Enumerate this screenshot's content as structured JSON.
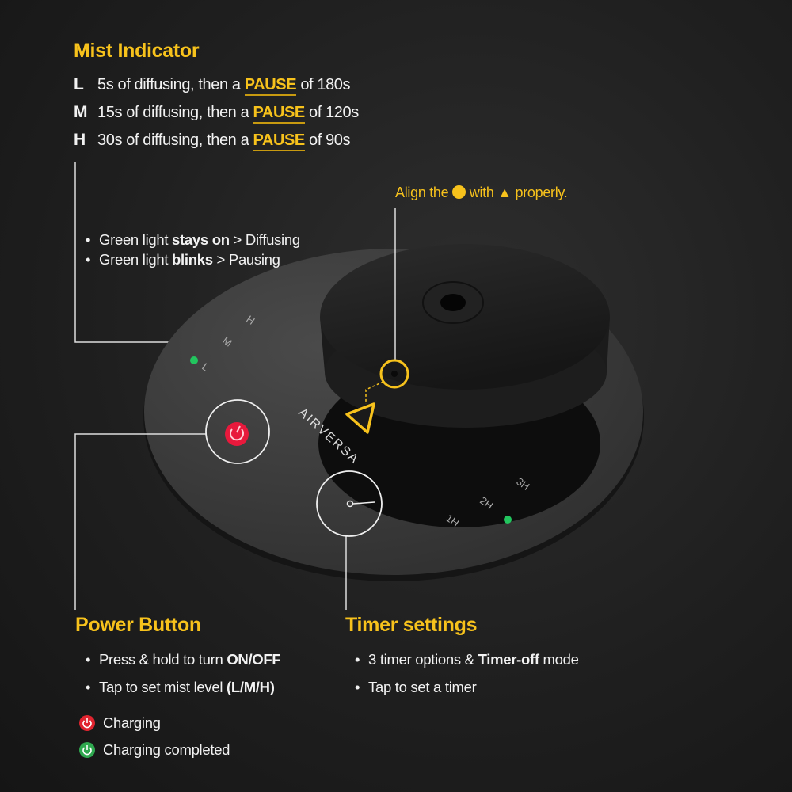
{
  "mist_indicator": {
    "title": "Mist Indicator",
    "rows": [
      {
        "level": "L",
        "before": "5s of diffusing, then a ",
        "pause": "PAUSE",
        "after": " of 180s"
      },
      {
        "level": "M",
        "before": "15s of diffusing, then a ",
        "pause": "PAUSE",
        "after": " of 120s"
      },
      {
        "level": "H",
        "before": "30s of diffusing, then a ",
        "pause": "PAUSE",
        "after": " of 90s"
      }
    ],
    "bullets": [
      {
        "pre": "Green light ",
        "bold": "stays on",
        "post": " > Diffusing"
      },
      {
        "pre": "Green light ",
        "bold": "blinks",
        "post": " > Pausing"
      }
    ]
  },
  "align_note": {
    "pre": "Align the ",
    "mid": " with ",
    "post": " properly."
  },
  "device": {
    "brand": "AIRVERSA",
    "mist_labels": [
      "H",
      "M",
      "L"
    ],
    "timer_labels": [
      "1H",
      "2H",
      "3H"
    ]
  },
  "power_button": {
    "title": "Power Button",
    "bullets": [
      {
        "pre": "Press & hold to turn ",
        "bold": "ON/OFF",
        "post": ""
      },
      {
        "pre": "Tap to set mist level ",
        "bold": "(L/M/H)",
        "post": ""
      }
    ],
    "legend": [
      {
        "label": "Charging",
        "color": "#e0242f"
      },
      {
        "label": "Charging completed",
        "color": "#2fa84f"
      }
    ]
  },
  "timer_settings": {
    "title": "Timer settings",
    "bullets": [
      {
        "pre": "3 timer options & ",
        "bold": "Timer-off",
        "post": " mode"
      },
      {
        "pre": "Tap to set a timer",
        "bold": "",
        "post": ""
      }
    ]
  },
  "colors": {
    "accent": "#f7c21c",
    "green_led": "#22c55e",
    "red_led": "#e8193c"
  }
}
